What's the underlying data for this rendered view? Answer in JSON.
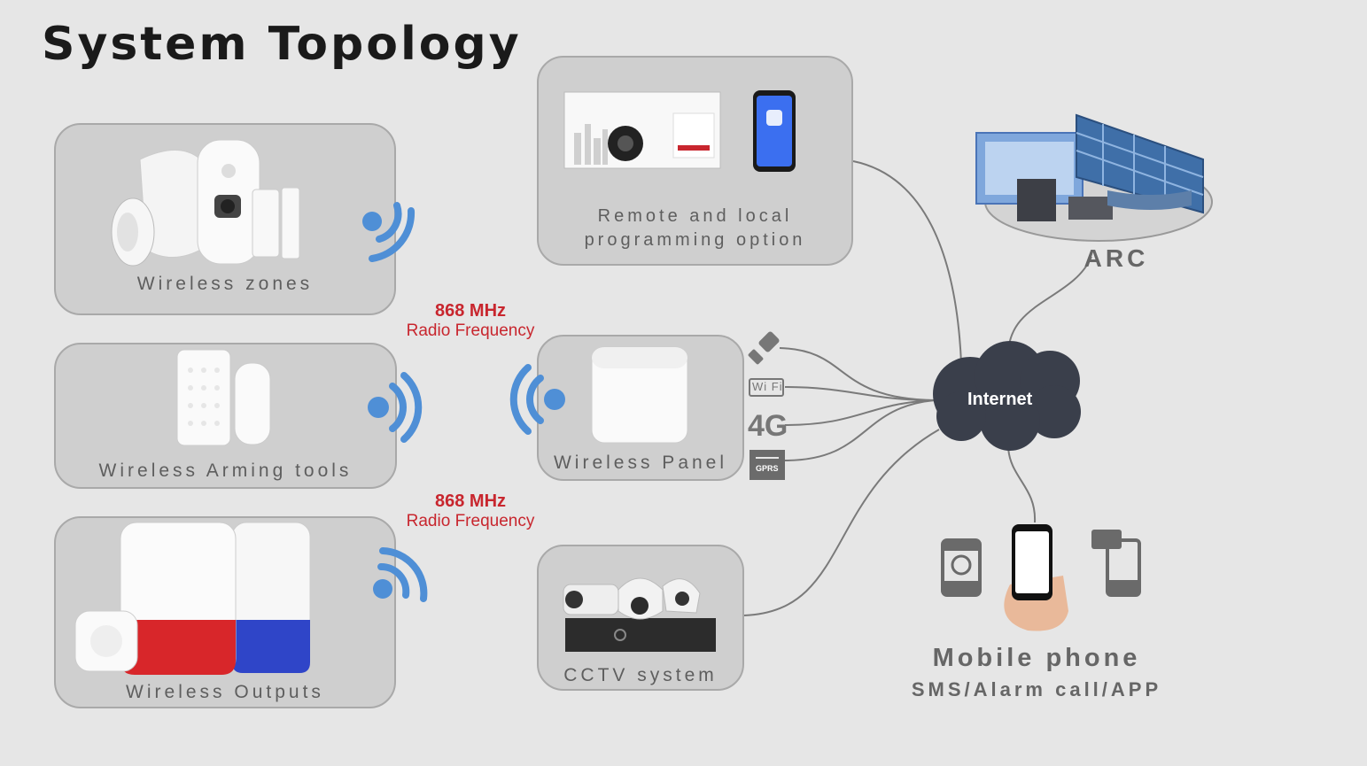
{
  "title": "System Topology",
  "boxes": {
    "wireless_zones": "Wireless zones",
    "arming_tools": "Wireless Arming tools",
    "outputs": "Wireless Outputs",
    "programming_line1": "Remote and local",
    "programming_line2": "programming option",
    "panel": "Wireless Panel",
    "cctv": "CCTV system"
  },
  "frequency": [
    {
      "mhz": "868 MHz",
      "label": "Radio Frequency"
    },
    {
      "mhz": "868 MHz",
      "label": "Radio Frequency"
    }
  ],
  "connections": {
    "wifi": "Wi Fi",
    "cellular": "4G",
    "gprs": "GPRS"
  },
  "internet": "Internet",
  "arc": "ARC",
  "mobile": {
    "title": "Mobile phone",
    "subtitle": "SMS/Alarm call/APP"
  },
  "colors": {
    "signal": "#4f8fd6",
    "cloud": "#3a3f4b",
    "freq": "#c8262e",
    "siren_red": "#d8262a",
    "siren_blue": "#2f45c8"
  }
}
